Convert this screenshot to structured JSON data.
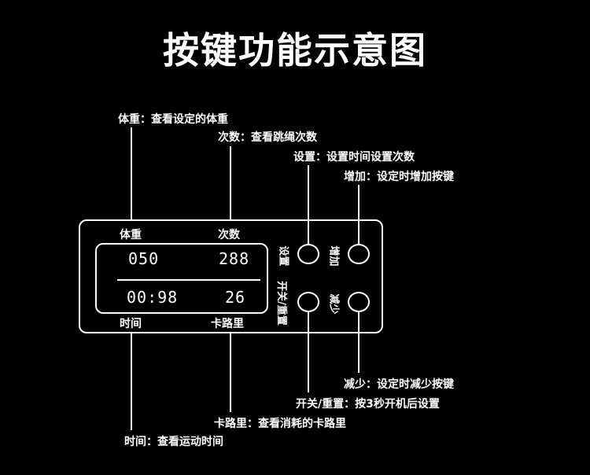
{
  "title": "按键功能示意图",
  "callouts": {
    "weight": "体重：查看设定的体重",
    "count": "次数：查看跳绳次数",
    "set": "设置：设置时间设置次数",
    "increase": "增加：设定时增加按键",
    "decrease": "减少：设定时减少按键",
    "power_reset": "开关/重置：按3秒开机后设置",
    "calories": "卡路里：查看消耗的卡路里",
    "time": "时间：查看运动时间"
  },
  "device": {
    "label_weight": "体重",
    "label_count": "次数",
    "label_time": "时间",
    "label_calories": "卡路里",
    "display_weight": "050",
    "display_count": "288",
    "display_time": "00:98",
    "display_calories": "26",
    "btn_set_label": "设置",
    "btn_increase_label": "增加",
    "btn_power_label": "开关/重置",
    "btn_decrease_label": "减少"
  }
}
